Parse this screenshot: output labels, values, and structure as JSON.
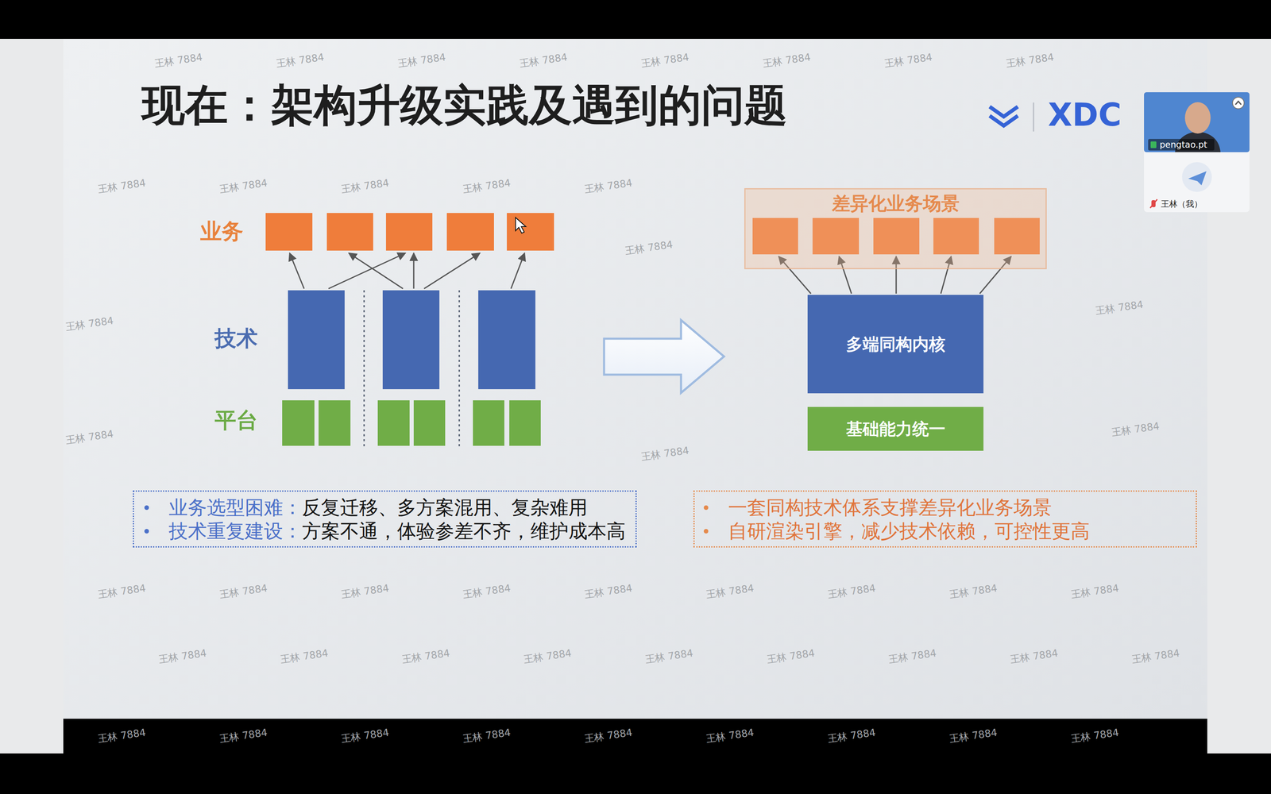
{
  "diagram": {
    "title": "现在：架构升级实践及遇到的问题",
    "nodes": [
      {
        "text": [
          "差异化业务场景"
        ]
      },
      {
        "text": [
          "多端同构内核"
        ]
      },
      {
        "text": [
          "基础能力统一"
        ]
      },
      {
        "text": [
          "业务选型困难：",
          "反复迁移、多方案混用、复杂难用",
          "技术重复建设：",
          "方案不通，体验参差不齐，维护成本高"
        ]
      },
      {
        "text": [
          "一套同构技术体系支撑差异化业务场景",
          "自研渲染引擎，减少技术依赖，可控性更高"
        ]
      }
    ],
    "labels": [
      "业务",
      "技术",
      "平台",
      "XDC",
      "pengtao.pt",
      "王林（我）",
      "王林 7884",
      "王林 7884",
      "王林 7884",
      "王林 7884",
      "王林 7884",
      "王林 7884",
      "王林 7884",
      "王林 7884",
      "王林 7884",
      "王林 7884",
      "王林 7884",
      "王林 7884",
      "王林 7884",
      "王林 7884",
      "王林 7884",
      "王林 7884",
      "王林 7884",
      "王林 7884",
      "王林 7884",
      "王林 7884",
      "王林 7884",
      "王林 7884",
      "王林 7884",
      "王林 7884",
      "王林 7884",
      "王林 7884",
      "王林 7884",
      "王林 7884",
      "王林 7884",
      "王林 7884",
      "王林 7884",
      "王林 7884",
      "王林 7884",
      "王林 7884",
      "王林 7884",
      "王林 7884",
      "王林 7884",
      "王林 7884",
      "王林 7884",
      "王林 7884",
      "王林 7884",
      "王林 7884",
      "王林 7884",
      "王林 7884",
      "王林 7884",
      "王林 7884"
    ]
  }
}
